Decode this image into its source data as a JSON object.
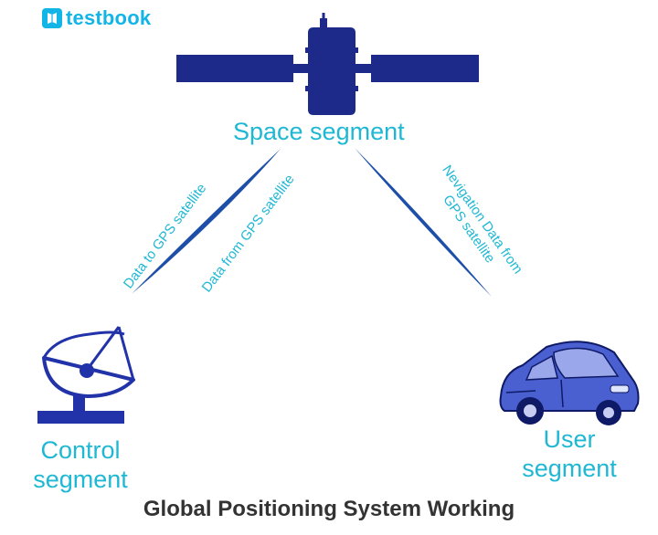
{
  "brand": {
    "name": "testbook",
    "color": "#13b4e6"
  },
  "segments": {
    "space": "Space segment",
    "control": {
      "line1": "Control",
      "line2": "segment"
    },
    "user": {
      "line1": "User",
      "line2": "segment"
    }
  },
  "links": {
    "to_satellite": "Data to GPS satellite",
    "from_satellite": "Data from GPS satellite",
    "navigation": {
      "line1": "Nevigation Data from",
      "line2": "GPS satellite"
    }
  },
  "caption": "Global Positioning System Working",
  "colors": {
    "shape": "#1d2a8a",
    "beam": "#1e4fa8",
    "text": "#1fb8d4",
    "car": "#4a5fd0"
  },
  "icons": {
    "satellite": "satellite-icon",
    "dish": "satellite-dish-icon",
    "car": "car-icon"
  }
}
